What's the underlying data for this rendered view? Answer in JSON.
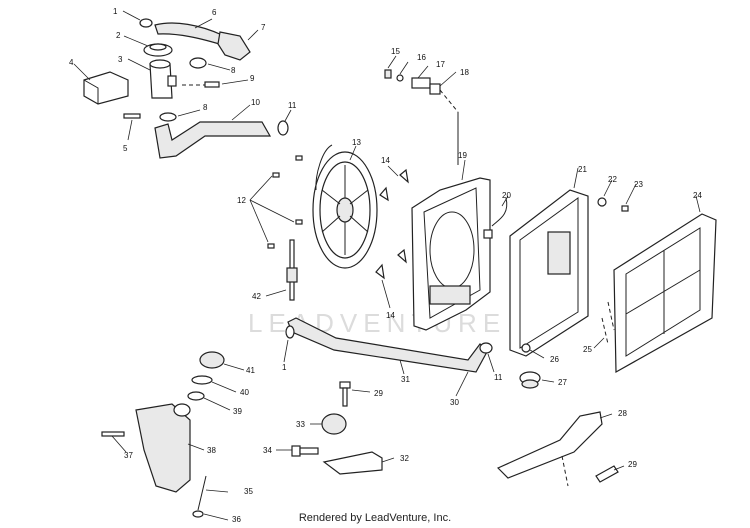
{
  "watermark": "LEADVENTURE",
  "footer": "Rendered by LeadVenture, Inc.",
  "callouts": [
    "1",
    "6",
    "7",
    "2",
    "3",
    "4",
    "8",
    "9",
    "8",
    "10",
    "11",
    "5",
    "13",
    "14",
    "12",
    "19",
    "15",
    "16",
    "17",
    "18",
    "20",
    "21",
    "22",
    "23",
    "24",
    "42",
    "14",
    "25",
    "26",
    "27",
    "1",
    "41",
    "40",
    "39",
    "29",
    "31",
    "30",
    "11",
    "37",
    "33",
    "38",
    "34",
    "32",
    "28",
    "29",
    "35",
    "36"
  ]
}
